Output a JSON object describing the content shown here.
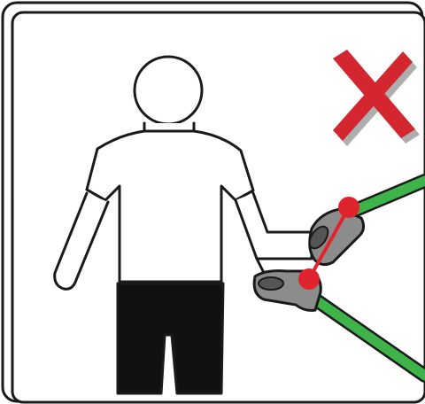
{
  "scene": {
    "subject": "person-figure",
    "prohibition_mark": "x-mark",
    "tool": "lifting-clamp-tongs"
  },
  "colors": {
    "frame": "#1a1a1a",
    "outline": "#1a1a1a",
    "shirt": "#ffffff",
    "trousers": "#111111",
    "x_mark": "#d3262e",
    "x_mark_shadow": "#9a9a9a",
    "tong_arm": "#3db34a",
    "tong_jaw": "#8c8c8c",
    "pivot": "#e0242d"
  }
}
